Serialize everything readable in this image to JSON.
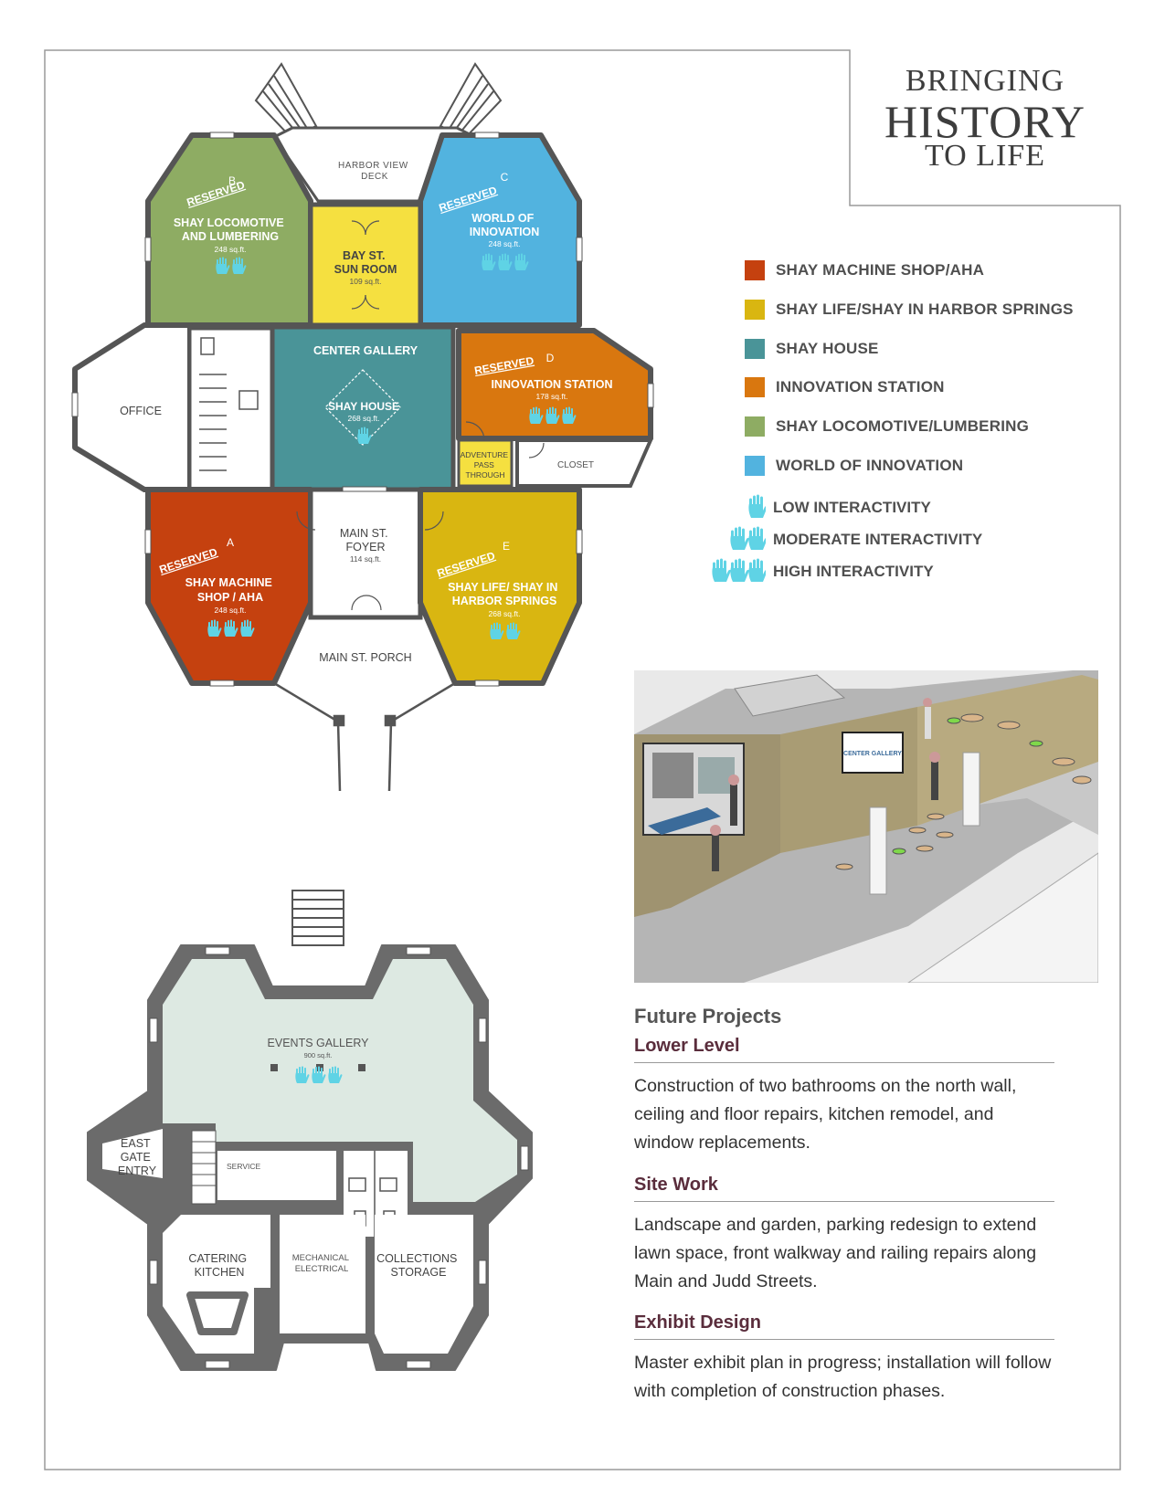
{
  "title": {
    "line1": "BRINGING",
    "line2": "HISTORY",
    "line3": "TO LIFE"
  },
  "colors": {
    "machine_shop": "#c5410f",
    "shay_life": "#d9b611",
    "shay_house": "#4a9498",
    "innovation_station": "#d9770f",
    "locomotive": "#8eac63",
    "world_of_innovation": "#52b3df",
    "bay_st": "#f5e040",
    "lower_gallery": "#dde9e2",
    "wall": "#6b6b6b",
    "hand": "#5fd3e5"
  },
  "upper_plan": {
    "deck": {
      "line1": "HARBOR VIEW",
      "line2": "DECK"
    },
    "room_b": {
      "letter": "B",
      "reserved": "RESERVED",
      "line1": "SHAY LOCOMOTIVE",
      "line2": "AND LUMBERING",
      "area": "248 sq.ft.",
      "hands": 2
    },
    "room_c": {
      "letter": "C",
      "reserved": "RESERVED",
      "line1": "WORLD OF",
      "line2": "INNOVATION",
      "area": "248 sq.ft.",
      "hands": 3
    },
    "bay_st": {
      "line1": "BAY ST.",
      "line2": "SUN ROOM",
      "area": "109 sq.ft."
    },
    "office": {
      "label": "OFFICE"
    },
    "center": {
      "label": "CENTER GALLERY",
      "inner": "SHAY HOUSE",
      "area": "268 sq.ft.",
      "hands": 1
    },
    "room_d": {
      "letter": "D",
      "reserved": "RESERVED",
      "line1": "INNOVATION STATION",
      "area": "178 sq.ft.",
      "hands": 3
    },
    "adventure": {
      "line1": "ADVENTURE",
      "line2": "PASS",
      "line3": "THROUGH"
    },
    "closet": {
      "label": "CLOSET"
    },
    "room_a": {
      "letter": "A",
      "reserved": "RESERVED",
      "line1": "SHAY MACHINE",
      "line2": "SHOP / AHA",
      "area": "248 sq.ft.",
      "hands": 3
    },
    "foyer": {
      "line1": "MAIN ST.",
      "line2": "FOYER",
      "area": "114 sq.ft."
    },
    "room_e": {
      "letter": "E",
      "reserved": "RESERVED",
      "line1": "SHAY LIFE/ SHAY IN",
      "line2": "HARBOR SPRINGS",
      "area": "268 sq.ft.",
      "hands": 2
    },
    "porch": {
      "label": "MAIN ST. PORCH"
    }
  },
  "legend": [
    {
      "label": "SHAY MACHINE SHOP/AHA",
      "color": "#c5410f"
    },
    {
      "label": "SHAY LIFE/SHAY IN HARBOR SPRINGS",
      "color": "#d9b611"
    },
    {
      "label": "SHAY HOUSE",
      "color": "#4a9498"
    },
    {
      "label": "INNOVATION STATION",
      "color": "#d9770f"
    },
    {
      "label": "SHAY LOCOMOTIVE/LUMBERING",
      "color": "#8eac63"
    },
    {
      "label": "WORLD OF INNOVATION",
      "color": "#52b3df"
    }
  ],
  "interactivity": [
    {
      "label": "LOW INTERACTIVITY",
      "hands": 1
    },
    {
      "label": "MODERATE INTERACTIVITY",
      "hands": 2
    },
    {
      "label": "HIGH INTERACTIVITY",
      "hands": 3
    }
  ],
  "lower_plan": {
    "events": {
      "label": "EVENTS GALLERY",
      "area": "900 sq.ft.",
      "hands": 3
    },
    "east_gate": {
      "line1": "EAST",
      "line2": "GATE",
      "line3": "ENTRY"
    },
    "service": {
      "label": "SERVICE"
    },
    "catering": {
      "line1": "CATERING",
      "line2": "KITCHEN"
    },
    "mechanical": {
      "line1": "MECHANICAL",
      "line2": "ELECTRICAL"
    },
    "collections": {
      "line1": "COLLECTIONS",
      "line2": "STORAGE"
    }
  },
  "rendering": {
    "sign_text": "CENTER GALLERY"
  },
  "future_projects": {
    "heading": "Future Projects",
    "sections": [
      {
        "title": "Lower Level",
        "body": "Construction of two bathrooms on the north wall, ceiling and floor repairs, kitchen remodel, and window replacements."
      },
      {
        "title": "Site Work",
        "body": "Landscape and garden, parking redesign to extend lawn space, front walkway and railing repairs along Main and Judd Streets."
      },
      {
        "title": "Exhibit Design",
        "body": "Master exhibit plan in progress; installation will follow with completion of construction phases."
      }
    ]
  }
}
